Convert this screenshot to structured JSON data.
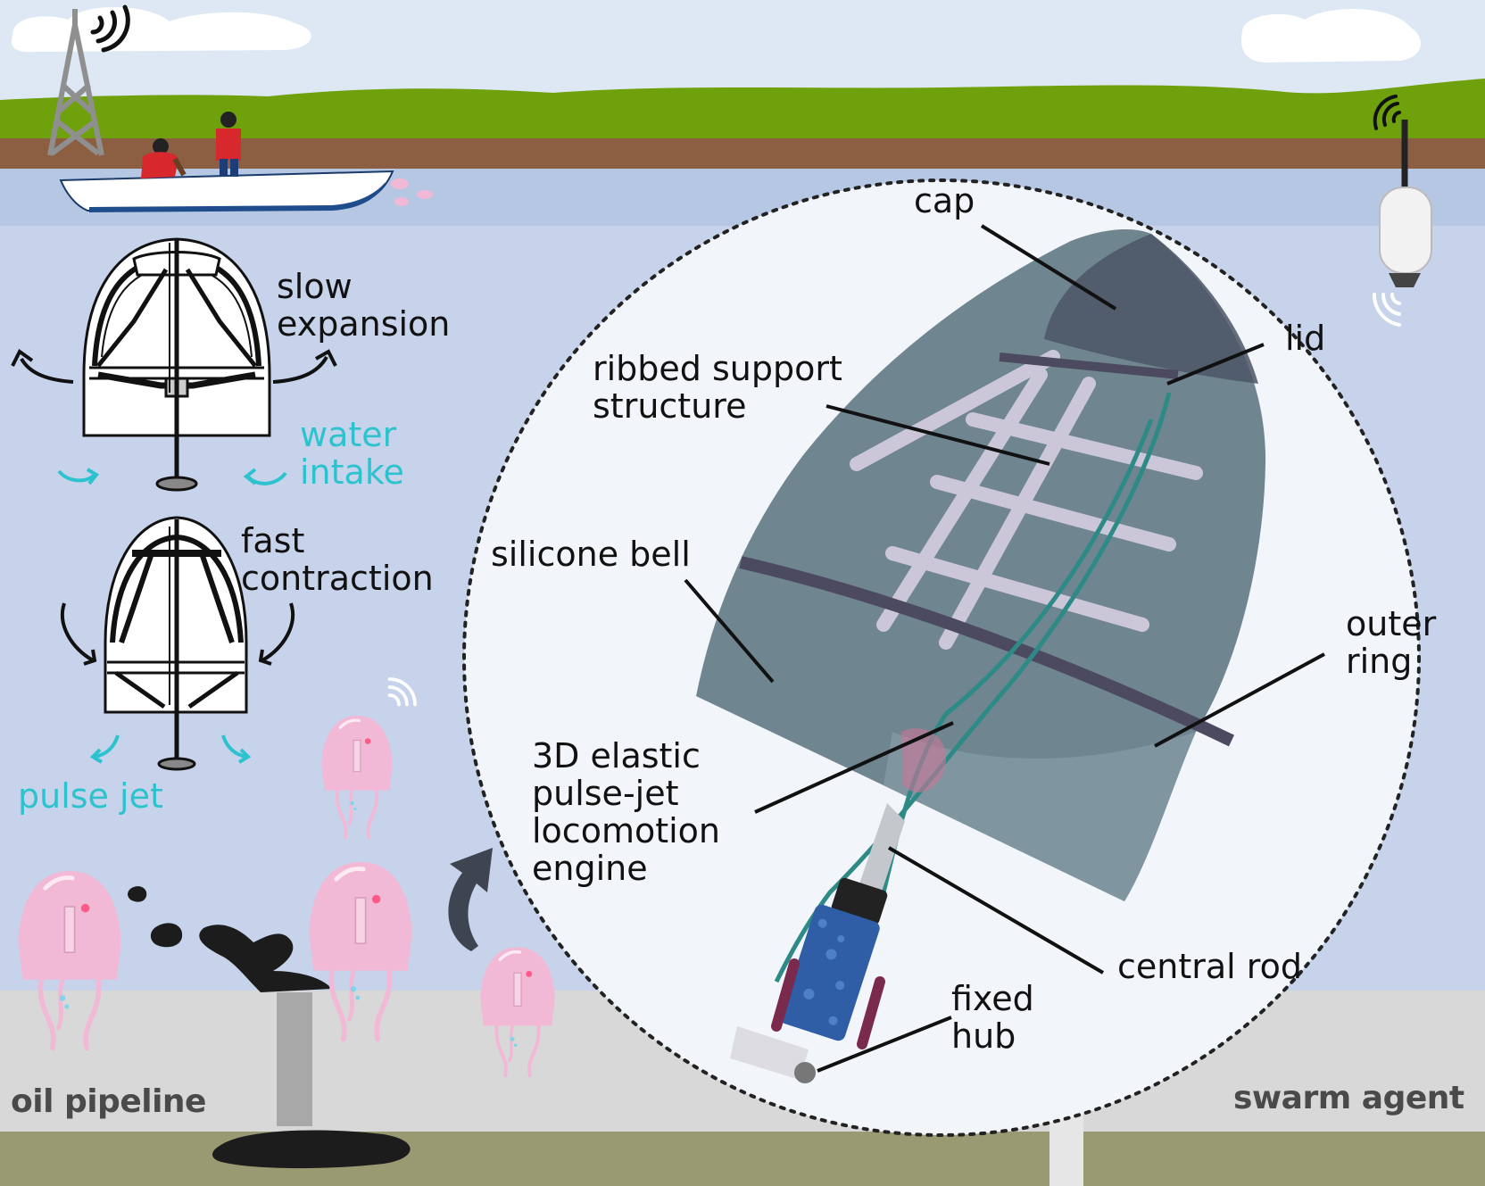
{
  "colors": {
    "sky": "#dde8f4",
    "grass": "#6ea10c",
    "soil": "#8c5f43",
    "surface_water": "#b5c7e3",
    "water": "#c6d3ea",
    "seabed": "#d8d8d8",
    "ground": "#999a72",
    "jellyfish": "#f1b9d6",
    "oil": "#1c1c1c",
    "accent_cyan": "#2cc3cf",
    "robot_bell": "#6f8590"
  },
  "left_diagram": {
    "expansion_label": [
      "slow",
      "expansion"
    ],
    "intake_label": [
      "water",
      "intake"
    ],
    "contraction_label": [
      "fast",
      "contraction"
    ],
    "jet_label": "pulse jet"
  },
  "robot_labels": {
    "cap": "cap",
    "lid": "lid",
    "ribbed": [
      "ribbed support",
      "structure"
    ],
    "silicone_bell": "silicone bell",
    "outer_ring": [
      "outer",
      "ring"
    ],
    "engine": [
      "3D elastic",
      "pulse-jet",
      "locomotion",
      "engine"
    ],
    "central_rod": "central rod",
    "fixed_hub": [
      "fixed",
      "hub"
    ]
  },
  "scene_labels": {
    "left_ground": "oil pipeline",
    "right_ground": "swarm agent"
  },
  "icons": [
    "radio-tower-icon",
    "wifi-signal-icon",
    "boat-icon",
    "buoy-icon",
    "jellyfish-robot-icon",
    "oil-spill-icon",
    "curved-arrow-icon"
  ]
}
